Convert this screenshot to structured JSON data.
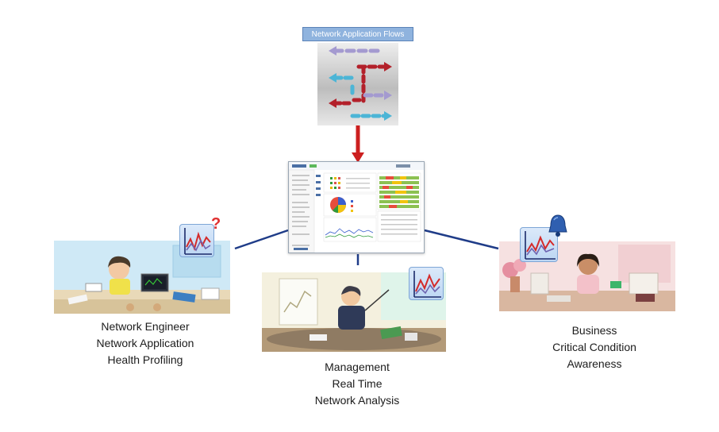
{
  "diagram": {
    "source_label": "Network Application Flows",
    "roles": [
      {
        "id": "network-engineer",
        "lines": [
          "Network Engineer",
          "Network Application",
          "Health Profiling"
        ]
      },
      {
        "id": "management",
        "lines": [
          "Management",
          "Real Time",
          "Network Analysis"
        ]
      },
      {
        "id": "business",
        "lines": [
          "Business",
          "Critical Condition",
          "Awareness"
        ]
      }
    ],
    "colors": {
      "connector": "#1f3c88",
      "arrow": "#cc1f1f",
      "flow_purple": "#a49ad0",
      "flow_red": "#b3202a",
      "flow_cyan": "#4cb5d6",
      "label_fill": "#8fb3de"
    },
    "icons": [
      "trend-chart-icon",
      "question-mark-icon",
      "bell-icon",
      "pointer-icon"
    ]
  }
}
